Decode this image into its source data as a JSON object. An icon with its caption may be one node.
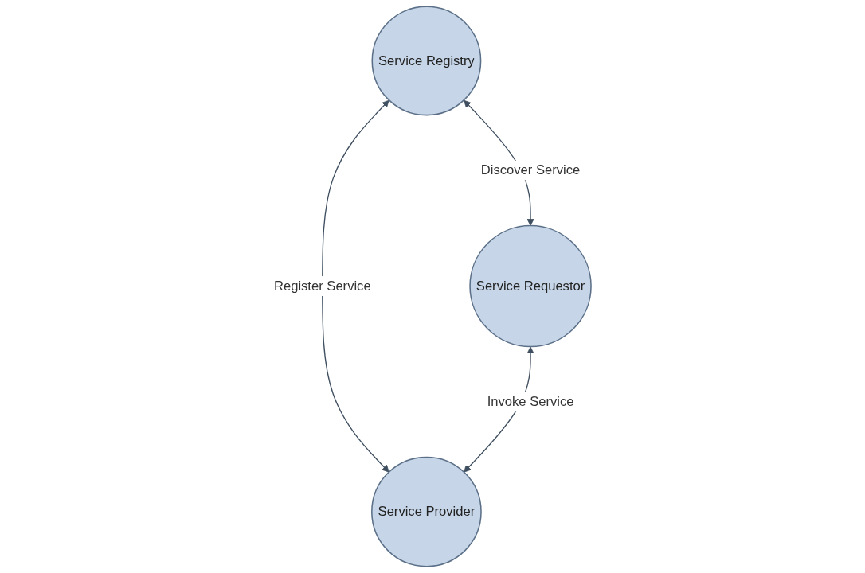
{
  "diagram": {
    "nodes": [
      {
        "text": [
          "Service Registry"
        ]
      },
      {
        "text": [
          "Service Requestor"
        ]
      },
      {
        "text": [
          "Service Provider"
        ]
      }
    ],
    "edges": [
      {
        "from": 0,
        "to": 1,
        "arrow": "both",
        "label": "Discover Service"
      },
      {
        "from": 0,
        "to": 2,
        "arrow": "both",
        "label": "Register Service"
      },
      {
        "from": 1,
        "to": 2,
        "arrow": "both",
        "label": "Invoke Service"
      }
    ]
  }
}
